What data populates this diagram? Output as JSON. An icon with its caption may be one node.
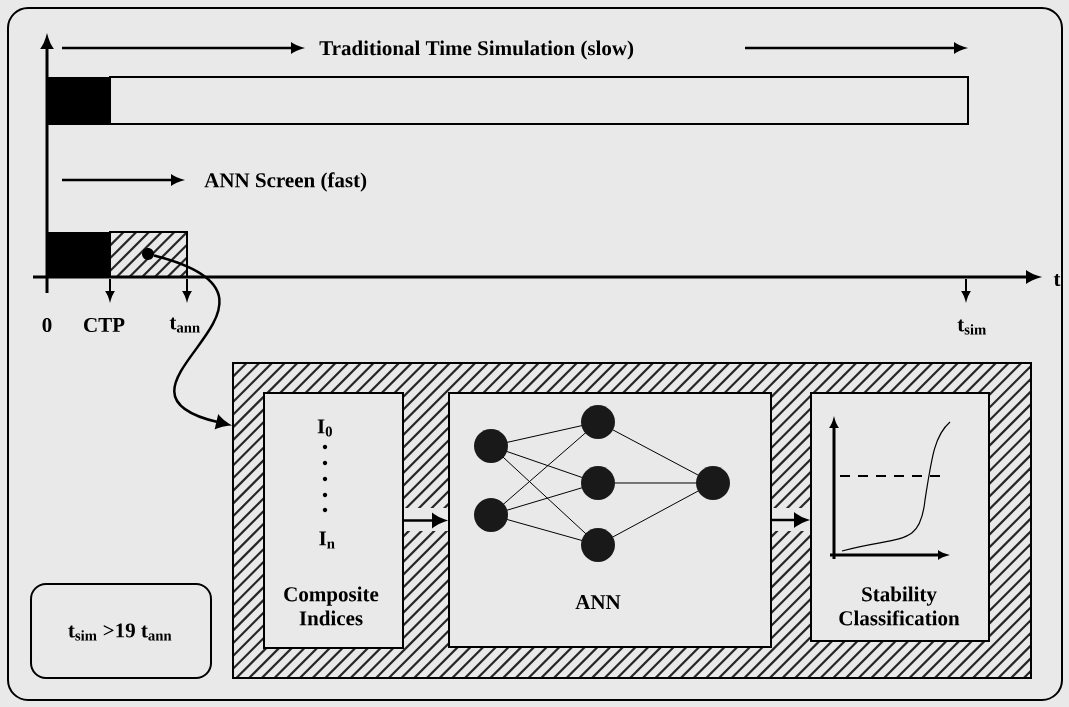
{
  "diagram": {
    "nodes": [
      {
        "text": [],
        "shape": "box"
      },
      {
        "text": [
          "I$_{0}$",
          "I$_{n}$",
          "Composite Indices"
        ],
        "in": 0
      },
      {
        "text": [
          "ANN"
        ],
        "in": 0
      },
      {
        "text": [
          "Stability Classification"
        ],
        "in": 0
      },
      {
        "text": [],
        "shape": "circle"
      },
      {
        "text": [
          "t$_{sim}$ >19 t$_{ann}$"
        ]
      }
    ],
    "edges": [
      {
        "from": 4,
        "to": 0,
        "arrow": "to"
      },
      {
        "from": 1,
        "to": 2,
        "arrow": "to"
      },
      {
        "from": 2,
        "to": 3,
        "arrow": "to"
      }
    ],
    "labels": [
      "Traditional Time Simulation (slow)",
      "ANN Screen (fast)",
      "t",
      "0",
      "CTP",
      "t$_{ann}$",
      "t$_{sim}$"
    ]
  }
}
